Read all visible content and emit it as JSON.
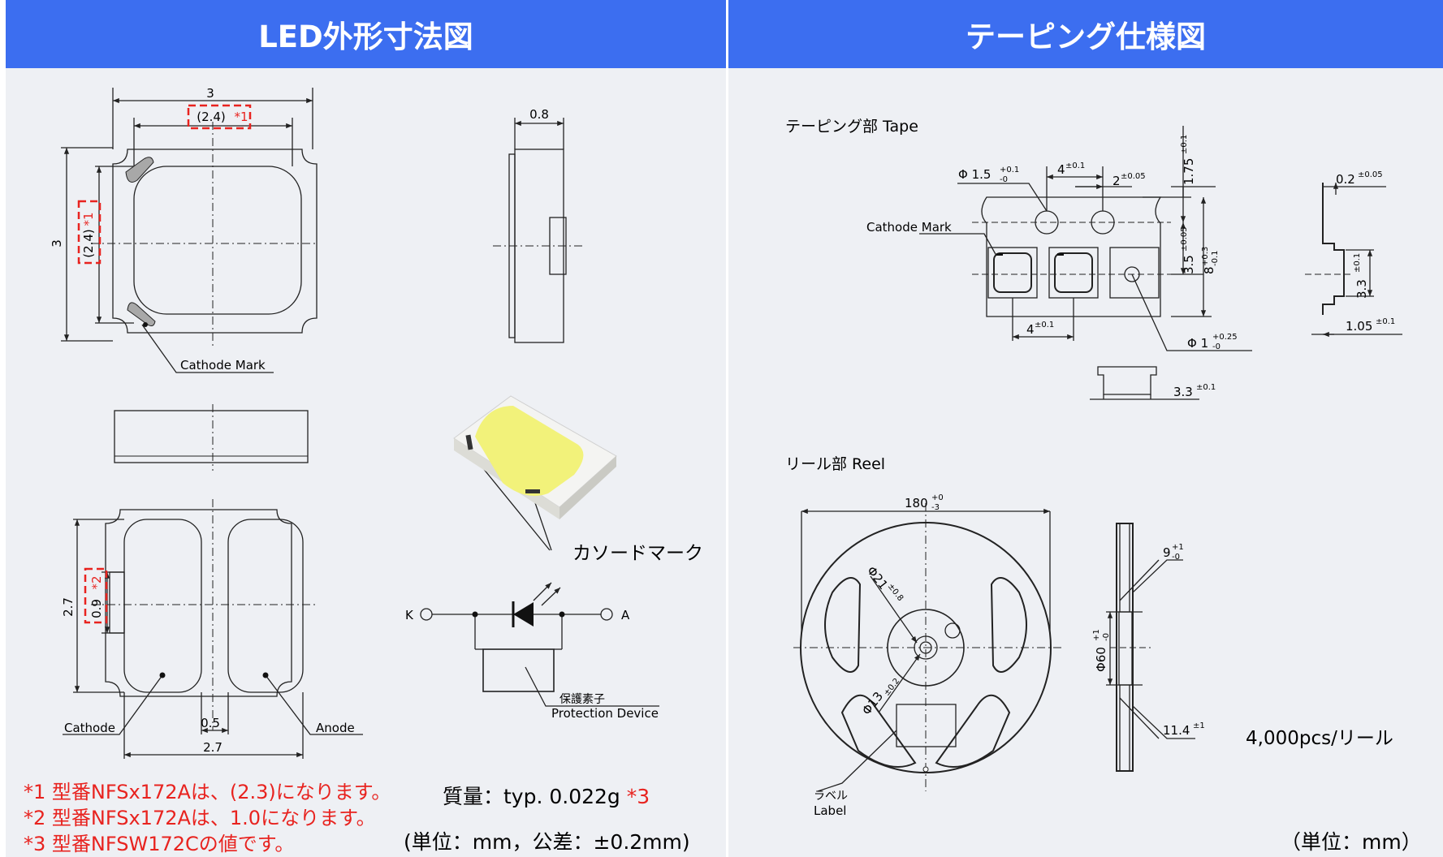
{
  "left_header": "LED外形寸法図",
  "right_header": "テーピング仕様図",
  "led": {
    "top_width": "3",
    "top_inner_width": "(2.4)",
    "star1": "*1",
    "height_outer": "3",
    "height_inner": "(2.4)",
    "side_thickness": "0.8",
    "cathode_mark": "Cathode Mark",
    "bot_height": "2.7",
    "bot_pad": "0.9",
    "star2": "*2",
    "bot_gap": "0.5",
    "bot_width": "2.7",
    "cathode": "Cathode",
    "anode": "Anode",
    "kasodo": "カソードマーク",
    "k": "K",
    "a": "A",
    "protect_jp": "保護素子",
    "protect_en": "Protection Device"
  },
  "notes": {
    "n1": "*1 型番NFSx172Aは、(2.3)になります。",
    "n2": "*2 型番NFSx172Aは、1.0になります。",
    "n3": "*3 型番NFSW172Cの値です。",
    "mass": "質量：typ. 0.022g",
    "mass_star": "*3",
    "unit_left": "(単位：mm，公差：±0.2mm)",
    "unit_right": "（単位：mm）"
  },
  "tape": {
    "title": "テーピング部 Tape",
    "phi15": "Φ 1.5",
    "phi15_tol_up": "+0.1",
    "phi15_tol_dn": "-0",
    "p4": "4",
    "p4_tol": "±0.1",
    "p2": "2",
    "p2_tol": "±0.05",
    "d175": "1.75",
    "d175_tol": "±0.1",
    "d35": "3.5",
    "d35_tol": "±0.05",
    "w8": "8",
    "w8_tol_up": "+0.3",
    "w8_tol_dn": "-0.1",
    "cathode_mark": "Cathode Mark",
    "p4b": "4",
    "p4b_tol": "±0.1",
    "phi1": "Φ 1",
    "phi1_tol_up": "+0.25",
    "phi1_tol_dn": "-0",
    "t02": "0.2",
    "t02_tol": "±0.05",
    "t33": "3.3",
    "t33_tol": "±0.1",
    "t105": "1.05",
    "t105_tol": "±0.1",
    "b33": "3.3",
    "b33_tol": "±0.1"
  },
  "reel": {
    "title": "リール部 Reel",
    "d180": "180",
    "d180_up": "+0",
    "d180_dn": "-3",
    "phi21": "Φ21",
    "phi21_tol": "±0.8",
    "phi13": "Φ13",
    "phi13_tol": "±0.2",
    "label_jp": "ラベル",
    "label_en": "Label",
    "w9": "9",
    "w9_up": "+1",
    "w9_dn": "-0",
    "phi60": "Φ60",
    "phi60_up": "+1",
    "phi60_dn": "-0",
    "w114": "11.4",
    "w114_tol": "±1",
    "qty": "4,000pcs/リール"
  },
  "colors": {
    "header": "#3c6ef0",
    "panel": "#eef0f4",
    "red": "#e8231f",
    "led_yellow": "#f2f27a"
  }
}
